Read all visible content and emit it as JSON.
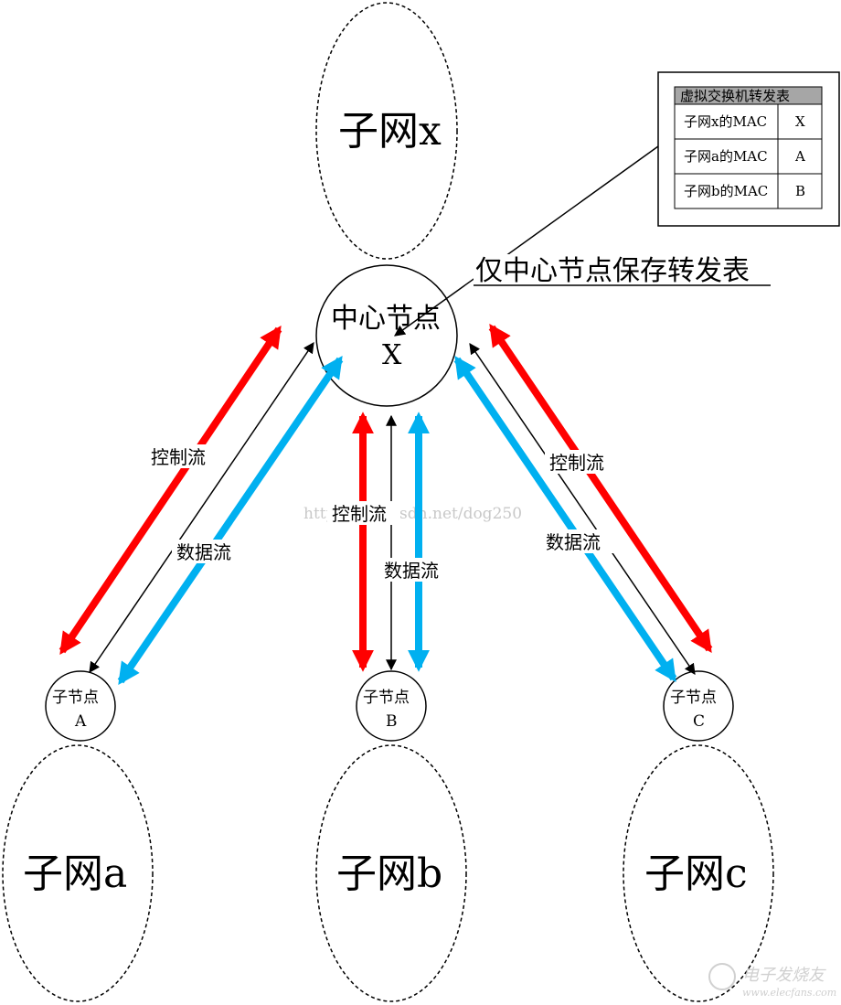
{
  "subnets": {
    "x": "子网x",
    "a": "子网a",
    "b": "子网b",
    "c": "子网c"
  },
  "center_node": {
    "title": "中心节点",
    "id": "X"
  },
  "child_nodes": {
    "a": {
      "title": "子节点",
      "id": "A"
    },
    "b": {
      "title": "子节点",
      "id": "B"
    },
    "c": {
      "title": "子节点",
      "id": "C"
    }
  },
  "flow_labels": {
    "control": "控制流",
    "data": "数据流"
  },
  "note": "仅中心节点保存转发表",
  "forwarding_table": {
    "title": "虚拟交换机转发表",
    "rows": [
      {
        "mac": "子网x的MAC",
        "node": "X"
      },
      {
        "mac": "子网a的MAC",
        "node": "A"
      },
      {
        "mac": "子网b的MAC",
        "node": "B"
      }
    ]
  },
  "watermark": "http://blog.csdn.net/dog250",
  "logo": {
    "name": "电子发烧友",
    "site": "www.elecfans.com"
  },
  "colors": {
    "control_flow": "#ff0000",
    "data_flow": "#00b0f0",
    "signal": "#000000"
  }
}
